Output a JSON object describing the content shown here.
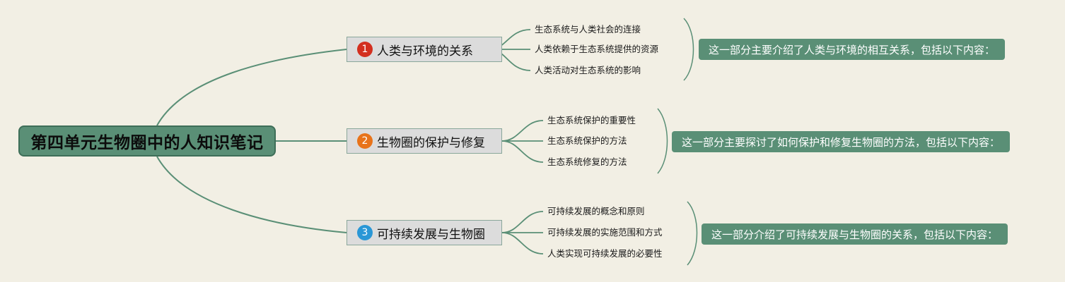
{
  "central": {
    "title": "第四单元生物圈中的人知识笔记"
  },
  "colors": {
    "background": "#f2efe4",
    "node_green": "#5a8f76",
    "connector": "#5a8f76",
    "badge_1": "#d32f1f",
    "badge_2": "#e8731a",
    "badge_3": "#2a97d6"
  },
  "branches": [
    {
      "number": "1",
      "label": "人类与环境的关系",
      "children": [
        "生态系统与人类社会的连接",
        "人类依赖于生态系统提供的资源",
        "人类活动对生态系统的影响"
      ],
      "summary": "这一部分主要介绍了人类与环境的相互关系，包括以下内容："
    },
    {
      "number": "2",
      "label": "生物圈的保护与修复",
      "children": [
        "生态系统保护的重要性",
        "生态系统保护的方法",
        "生态系统修复的方法"
      ],
      "summary": "这一部分主要探讨了如何保护和修复生物圈的方法，包括以下内容："
    },
    {
      "number": "3",
      "label": "可持续发展与生物圈",
      "children": [
        "可持续发展的概念和原则",
        "可持续发展的实施范围和方式",
        "人类实现可持续发展的必要性"
      ],
      "summary": "这一部分介绍了可持续发展与生物圈的关系，包括以下内容："
    }
  ]
}
